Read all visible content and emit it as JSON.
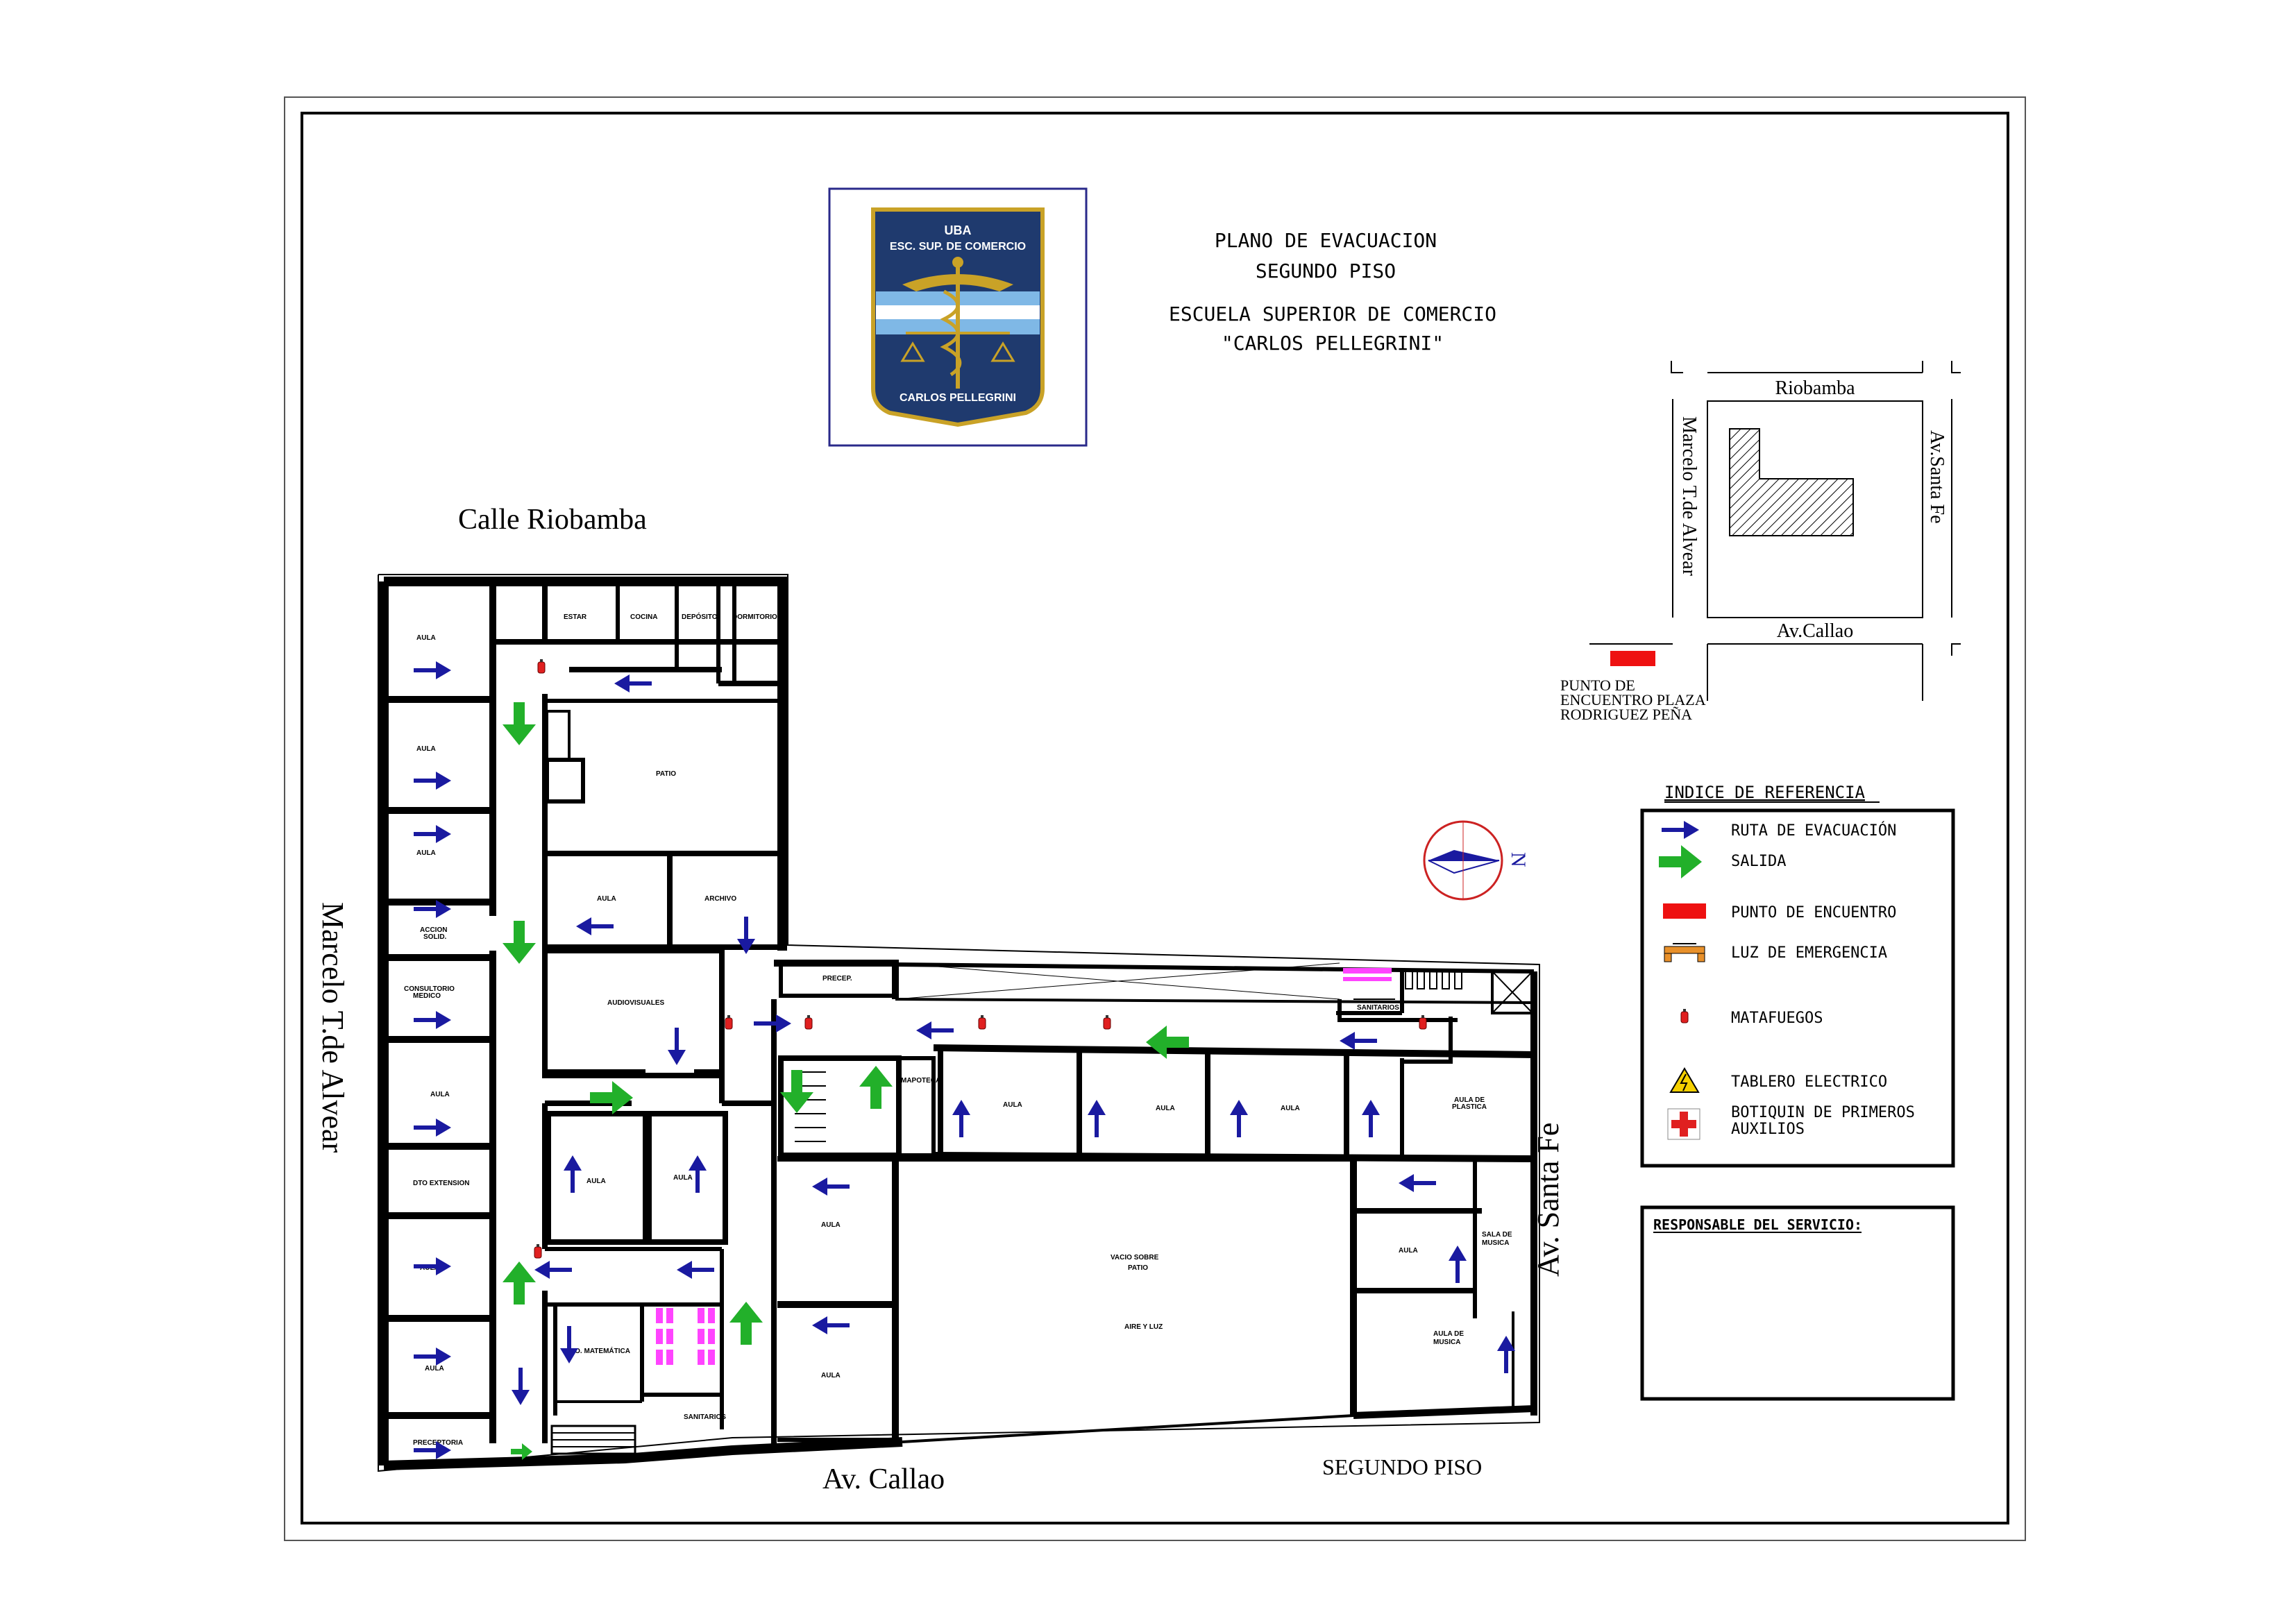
{
  "header": {
    "title_line1": "PLANO DE EVACUACION",
    "title_line2": "SEGUNDO PISO",
    "school_line1": "ESCUELA SUPERIOR DE COMERCIO",
    "school_line2": "\"CARLOS PELLEGRINI\""
  },
  "logo": {
    "line1": "UBA",
    "line2": "ESC. SUP. DE COMERCIO",
    "bottom": "CARLOS PELLEGRINI"
  },
  "streets": {
    "north": "Calle Riobamba",
    "west": "Marcelo T.de Alvear",
    "south": "Av. Callao",
    "east": "Av. Santa Fe"
  },
  "floor_label": "SEGUNDO PISO",
  "location_map": {
    "north": "Riobamba",
    "south": "Av.Callao",
    "west": "Marcelo T.de Alvear",
    "east": "Av.Santa Fe",
    "meeting_line1": "PUNTO DE",
    "meeting_line2": "ENCUENTRO PLAZA",
    "meeting_line3": "RODRIGUEZ PEÑA"
  },
  "compass": {
    "north": "N"
  },
  "legend": {
    "title": "INDICE DE REFERENCIA",
    "items": [
      {
        "label": "RUTA DE EVACUACIÓN",
        "icon": "blue-arrow-icon"
      },
      {
        "label": "SALIDA",
        "icon": "green-arrow-icon"
      },
      {
        "label": "PUNTO DE ENCUENTRO",
        "icon": "red-rect-icon"
      },
      {
        "label": "LUZ DE EMERGENCIA",
        "icon": "emergency-light-icon"
      },
      {
        "label": "MATAFUEGOS",
        "icon": "extinguisher-icon"
      },
      {
        "label": "TABLERO ELECTRICO",
        "icon": "electric-warning-icon"
      },
      {
        "label": "BOTIQUIN DE PRIMEROS",
        "label2": "AUXILIOS",
        "icon": "first-aid-icon"
      }
    ]
  },
  "responsible": {
    "title": "RESPONSABLE DEL SERVICIO:"
  },
  "rooms": {
    "aula": "AULA",
    "estar": "ESTAR",
    "cocina": "COCINA",
    "deposito": "DEPÓSITO",
    "dormitorio": "DORMITORIO",
    "patio": "PATIO",
    "archivo": "ARCHIVO",
    "accion1": "ACCION",
    "accion2": "SOLID.",
    "consultorio1": "CONSULTORIO",
    "consultorio2": "MEDICO",
    "audiovisuales": "AUDIOVISUALES",
    "precep": "PRECEP.",
    "mapoteca": "MAPOTECA",
    "sanitarios": "SANITARIOS",
    "dto_extension": "DTO EXTENSION",
    "dto_matematica": "DTO. MATEMÁTICA",
    "vacio1": "VACIO SOBRE",
    "vacio2": "PATIO",
    "aire": "AIRE Y LUZ",
    "aula_plastica1": "AULA DE",
    "aula_plastica2": "PLASTICA",
    "sala_musica1": "SALA DE",
    "sala_musica2": "MUSICA",
    "aula_musica1": "AULA DE",
    "aula_musica2": "MUSICA",
    "preceptoria": "PRECEPTORIA"
  },
  "colors": {
    "route": "#1a1aa0",
    "exit": "#22b02a",
    "meeting": "#ee1111",
    "logo_blue": "#1f3a6e",
    "logo_gold": "#c9a227"
  }
}
